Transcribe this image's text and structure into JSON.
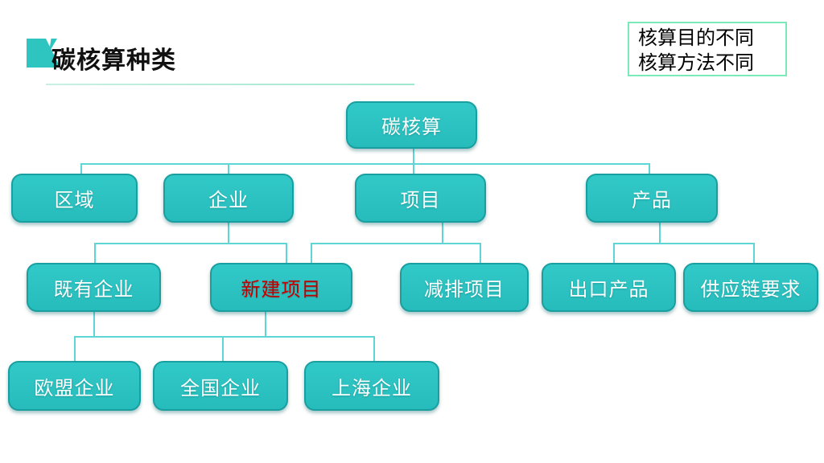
{
  "slide": {
    "title": "碳核算种类",
    "callout": {
      "line1": "核算目的不同",
      "line2": "核算方法不同"
    },
    "colors": {
      "accent_teal": "#2ec5c0",
      "node_fill": "#2bc4c3",
      "node_border": "#1a9fa0",
      "connector": "#5ed6d6",
      "callout_border": "#7ce9b9",
      "title_underline": "#9fe7ce",
      "node_text": "#ffffff",
      "highlight_text": "#c00000",
      "title_text": "#111111"
    },
    "nodes": [
      {
        "id": "carbon-accounting",
        "label": "碳核算",
        "level": 1,
        "parents": []
      },
      {
        "id": "region",
        "label": "区域",
        "level": 2,
        "parents": [
          "carbon-accounting"
        ]
      },
      {
        "id": "enterprise",
        "label": "企业",
        "level": 2,
        "parents": [
          "carbon-accounting"
        ]
      },
      {
        "id": "project",
        "label": "项目",
        "level": 2,
        "parents": [
          "carbon-accounting"
        ]
      },
      {
        "id": "product",
        "label": "产品",
        "level": 2,
        "parents": [
          "carbon-accounting"
        ]
      },
      {
        "id": "existing-enterprise",
        "label": "既有企业",
        "level": 3,
        "parents": [
          "enterprise"
        ]
      },
      {
        "id": "new-project",
        "label": "新建项目",
        "level": 3,
        "parents": [
          "enterprise",
          "project"
        ],
        "highlight": true
      },
      {
        "id": "emission-reduction-project",
        "label": "减排项目",
        "level": 3,
        "parents": [
          "project"
        ]
      },
      {
        "id": "export-product",
        "label": "出口产品",
        "level": 3,
        "parents": [
          "product"
        ]
      },
      {
        "id": "supply-chain-requirement",
        "label": "供应链要求",
        "level": 3,
        "parents": [
          "product"
        ]
      },
      {
        "id": "eu-enterprise",
        "label": "欧盟企业",
        "level": 4,
        "parents": [
          "existing-enterprise",
          "new-project"
        ]
      },
      {
        "id": "national-enterprise",
        "label": "全国企业",
        "level": 4,
        "parents": [
          "existing-enterprise",
          "new-project"
        ]
      },
      {
        "id": "shanghai-enterprise",
        "label": "上海企业",
        "level": 4,
        "parents": [
          "existing-enterprise",
          "new-project"
        ]
      }
    ]
  }
}
